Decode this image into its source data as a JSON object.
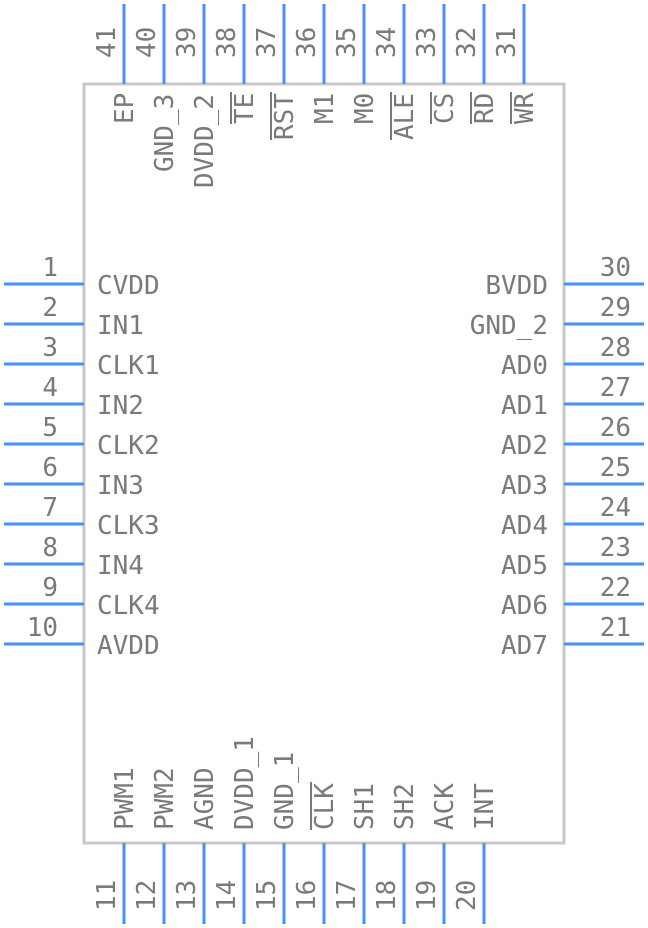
{
  "colors": {
    "pin": "#4a8ff0",
    "body_outline": "#c8c8c8",
    "text": "#7a7a7a",
    "background": "#ffffff"
  },
  "pins": {
    "left": [
      {
        "num": "1",
        "label": "CVDD"
      },
      {
        "num": "2",
        "label": "IN1"
      },
      {
        "num": "3",
        "label": "CLK1"
      },
      {
        "num": "4",
        "label": "IN2"
      },
      {
        "num": "5",
        "label": "CLK2"
      },
      {
        "num": "6",
        "label": "IN3"
      },
      {
        "num": "7",
        "label": "CLK3"
      },
      {
        "num": "8",
        "label": "IN4"
      },
      {
        "num": "9",
        "label": "CLK4"
      },
      {
        "num": "10",
        "label": "AVDD"
      }
    ],
    "bottom": [
      {
        "num": "11",
        "label": "PWM1"
      },
      {
        "num": "12",
        "label": "PWM2"
      },
      {
        "num": "13",
        "label": "AGND"
      },
      {
        "num": "14",
        "label": "DVDD_1"
      },
      {
        "num": "15",
        "label": "GND_1"
      },
      {
        "num": "16",
        "label": "CLK",
        "overbar": true
      },
      {
        "num": "17",
        "label": "SH1"
      },
      {
        "num": "18",
        "label": "SH2"
      },
      {
        "num": "19",
        "label": "ACK"
      },
      {
        "num": "20",
        "label": "INT"
      }
    ],
    "right": [
      {
        "num": "21",
        "label": "AD7"
      },
      {
        "num": "22",
        "label": "AD6"
      },
      {
        "num": "23",
        "label": "AD5"
      },
      {
        "num": "24",
        "label": "AD4"
      },
      {
        "num": "25",
        "label": "AD3"
      },
      {
        "num": "26",
        "label": "AD2"
      },
      {
        "num": "27",
        "label": "AD1"
      },
      {
        "num": "28",
        "label": "AD0"
      },
      {
        "num": "29",
        "label": "GND_2"
      },
      {
        "num": "30",
        "label": "BVDD"
      }
    ],
    "top": [
      {
        "num": "31",
        "label": "WR",
        "overbar": true
      },
      {
        "num": "32",
        "label": "RD",
        "overbar": true
      },
      {
        "num": "33",
        "label": "CS",
        "overbar": true
      },
      {
        "num": "34",
        "label": "ALE",
        "overbar": true
      },
      {
        "num": "35",
        "label": "M0"
      },
      {
        "num": "36",
        "label": "M1"
      },
      {
        "num": "37",
        "label": "RST",
        "overbar": true
      },
      {
        "num": "38",
        "label": "TE",
        "overbar": true
      },
      {
        "num": "39",
        "label": "DVDD_2"
      },
      {
        "num": "40",
        "label": "GND_3"
      },
      {
        "num": "41",
        "label": "EP"
      }
    ]
  }
}
